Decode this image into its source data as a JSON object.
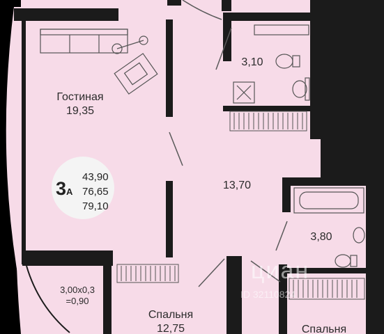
{
  "colors": {
    "room_fill": "#f7dbe8",
    "wall": "#1b1b1b",
    "background": "#000000",
    "badge_fill": "#f4f4f4"
  },
  "rooms": [
    {
      "name": "Гостиная",
      "area": "19,35"
    },
    {
      "area": "3,10"
    },
    {
      "area": "13,70"
    },
    {
      "area": "3,80"
    },
    {
      "name": "Спальня",
      "area": "12,75"
    },
    {
      "name": "Спальня"
    }
  ],
  "balcony": {
    "dims": "3,00x0,3",
    "area": "=0,90"
  },
  "apartment": {
    "code": "3",
    "suffix": "А",
    "areas": [
      "43,90",
      "76,65",
      "79,10"
    ]
  },
  "watermark": {
    "brand": "циан",
    "id": "ID 32110824"
  },
  "icons": [
    "sofa-icon",
    "armchair-icon",
    "floor-lamp-icon",
    "toilet-icon",
    "sink-icon",
    "shower-tray-icon",
    "bathtub-icon",
    "wardrobe-icon"
  ]
}
